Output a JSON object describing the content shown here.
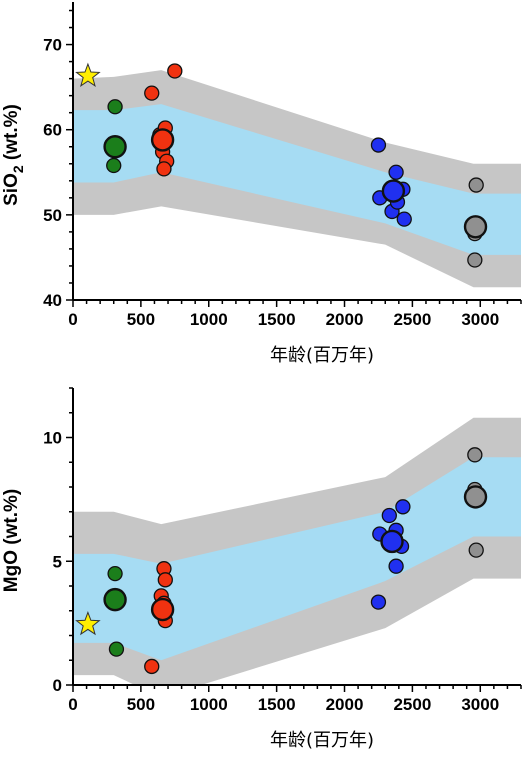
{
  "chart_data": [
    {
      "type": "scatter",
      "panel": "top",
      "title": "",
      "xlabel": "年龄(百万年)",
      "ylabel_main": "SiO",
      "ylabel_sub": "2",
      "ylabel_tail": " (wt.%)",
      "xlim": [
        0,
        3300
      ],
      "ylim": [
        40,
        75
      ],
      "xticks": [
        0,
        500,
        1000,
        1500,
        2000,
        2500,
        3000
      ],
      "yticks": [
        40,
        50,
        60,
        70
      ],
      "grid": false,
      "bands": {
        "outer": {
          "color": "#c6c6c6",
          "x": [
            0,
            300,
            650,
            2300,
            2950,
            3300
          ],
          "upper": [
            66,
            66.2,
            67,
            58.5,
            56,
            56
          ],
          "lower": [
            50,
            50,
            51,
            46.5,
            41.5,
            41.5
          ]
        },
        "inner": {
          "color": "#a6dcf3",
          "x": [
            0,
            300,
            650,
            2300,
            2950,
            3300
          ],
          "upper": [
            62.3,
            62.3,
            63,
            55,
            52.5,
            52.5
          ],
          "lower": [
            53.8,
            53.8,
            55,
            49,
            45.3,
            45.3
          ]
        }
      },
      "series": [
        {
          "color": "#ffee00",
          "marker": "star",
          "points": [
            [
              110,
              66.3
            ]
          ]
        },
        {
          "color": "#1b7e1b",
          "marker": "circle",
          "points": [
            [
              310,
              62.7
            ],
            [
              300,
              55.8
            ]
          ],
          "mean": [
            [
              310,
              58.0
            ]
          ]
        },
        {
          "color": "#f03210",
          "marker": "circle",
          "points": [
            [
              580,
              64.3
            ],
            [
              750,
              66.9
            ],
            [
              640,
              59.4
            ],
            [
              680,
              60.2
            ],
            [
              660,
              57.4
            ],
            [
              690,
              56.3
            ],
            [
              670,
              55.4
            ]
          ],
          "mean": [
            [
              660,
              58.8
            ]
          ]
        },
        {
          "color": "#2030f0",
          "marker": "circle",
          "points": [
            [
              2250,
              58.2
            ],
            [
              2380,
              55.0
            ],
            [
              2430,
              53.0
            ],
            [
              2260,
              52.0
            ],
            [
              2350,
              50.4
            ],
            [
              2440,
              49.5
            ],
            [
              2390,
              51.5
            ]
          ],
          "mean": [
            [
              2360,
              52.8
            ]
          ]
        },
        {
          "color": "#909090",
          "marker": "circle",
          "points": [
            [
              2970,
              53.5
            ],
            [
              2960,
              44.7
            ],
            [
              2960,
              47.8
            ]
          ],
          "mean": [
            [
              2965,
              48.6
            ]
          ]
        }
      ]
    },
    {
      "type": "scatter",
      "panel": "bottom",
      "title": "",
      "xlabel": "年龄(百万年)",
      "ylabel": "MgO (wt.%)",
      "xlim": [
        0,
        3300
      ],
      "ylim": [
        0,
        12
      ],
      "xticks": [
        0,
        500,
        1000,
        1500,
        2000,
        2500,
        3000
      ],
      "yticks": [
        0,
        5,
        10
      ],
      "grid": false,
      "bands": {
        "outer": {
          "color": "#c6c6c6",
          "x": [
            0,
            300,
            650,
            2300,
            2950,
            3300
          ],
          "upper": [
            7.0,
            7.0,
            6.5,
            8.4,
            10.8,
            10.8
          ],
          "lower": [
            0.4,
            0.4,
            -0.5,
            2.3,
            4.3,
            4.3
          ]
        },
        "inner": {
          "color": "#a6dcf3",
          "x": [
            0,
            300,
            650,
            2300,
            2950,
            3300
          ],
          "upper": [
            5.3,
            5.3,
            4.9,
            7.0,
            9.2,
            9.2
          ],
          "lower": [
            1.7,
            1.7,
            1.0,
            4.2,
            6.0,
            6.0
          ]
        }
      },
      "series": [
        {
          "color": "#ffee00",
          "marker": "star",
          "points": [
            [
              110,
              2.45
            ]
          ]
        },
        {
          "color": "#1b7e1b",
          "marker": "circle",
          "points": [
            [
              310,
              4.5
            ],
            [
              320,
              1.45
            ]
          ],
          "mean": [
            [
              310,
              3.45
            ]
          ]
        },
        {
          "color": "#f03210",
          "marker": "circle",
          "points": [
            [
              670,
              4.7
            ],
            [
              680,
              4.25
            ],
            [
              650,
              3.6
            ],
            [
              670,
              3.3
            ],
            [
              680,
              2.6
            ],
            [
              580,
              0.75
            ]
          ],
          "mean": [
            [
              660,
              3.05
            ]
          ]
        },
        {
          "color": "#2030f0",
          "marker": "circle",
          "points": [
            [
              2430,
              7.2
            ],
            [
              2330,
              6.85
            ],
            [
              2260,
              6.1
            ],
            [
              2380,
              6.25
            ],
            [
              2420,
              5.6
            ],
            [
              2380,
              4.8
            ],
            [
              2250,
              3.35
            ]
          ],
          "mean": [
            [
              2350,
              5.8
            ]
          ]
        },
        {
          "color": "#909090",
          "marker": "circle",
          "points": [
            [
              2960,
              9.3
            ],
            [
              2960,
              7.9
            ],
            [
              2970,
              5.45
            ]
          ],
          "mean": [
            [
              2965,
              7.6
            ]
          ]
        }
      ]
    }
  ]
}
